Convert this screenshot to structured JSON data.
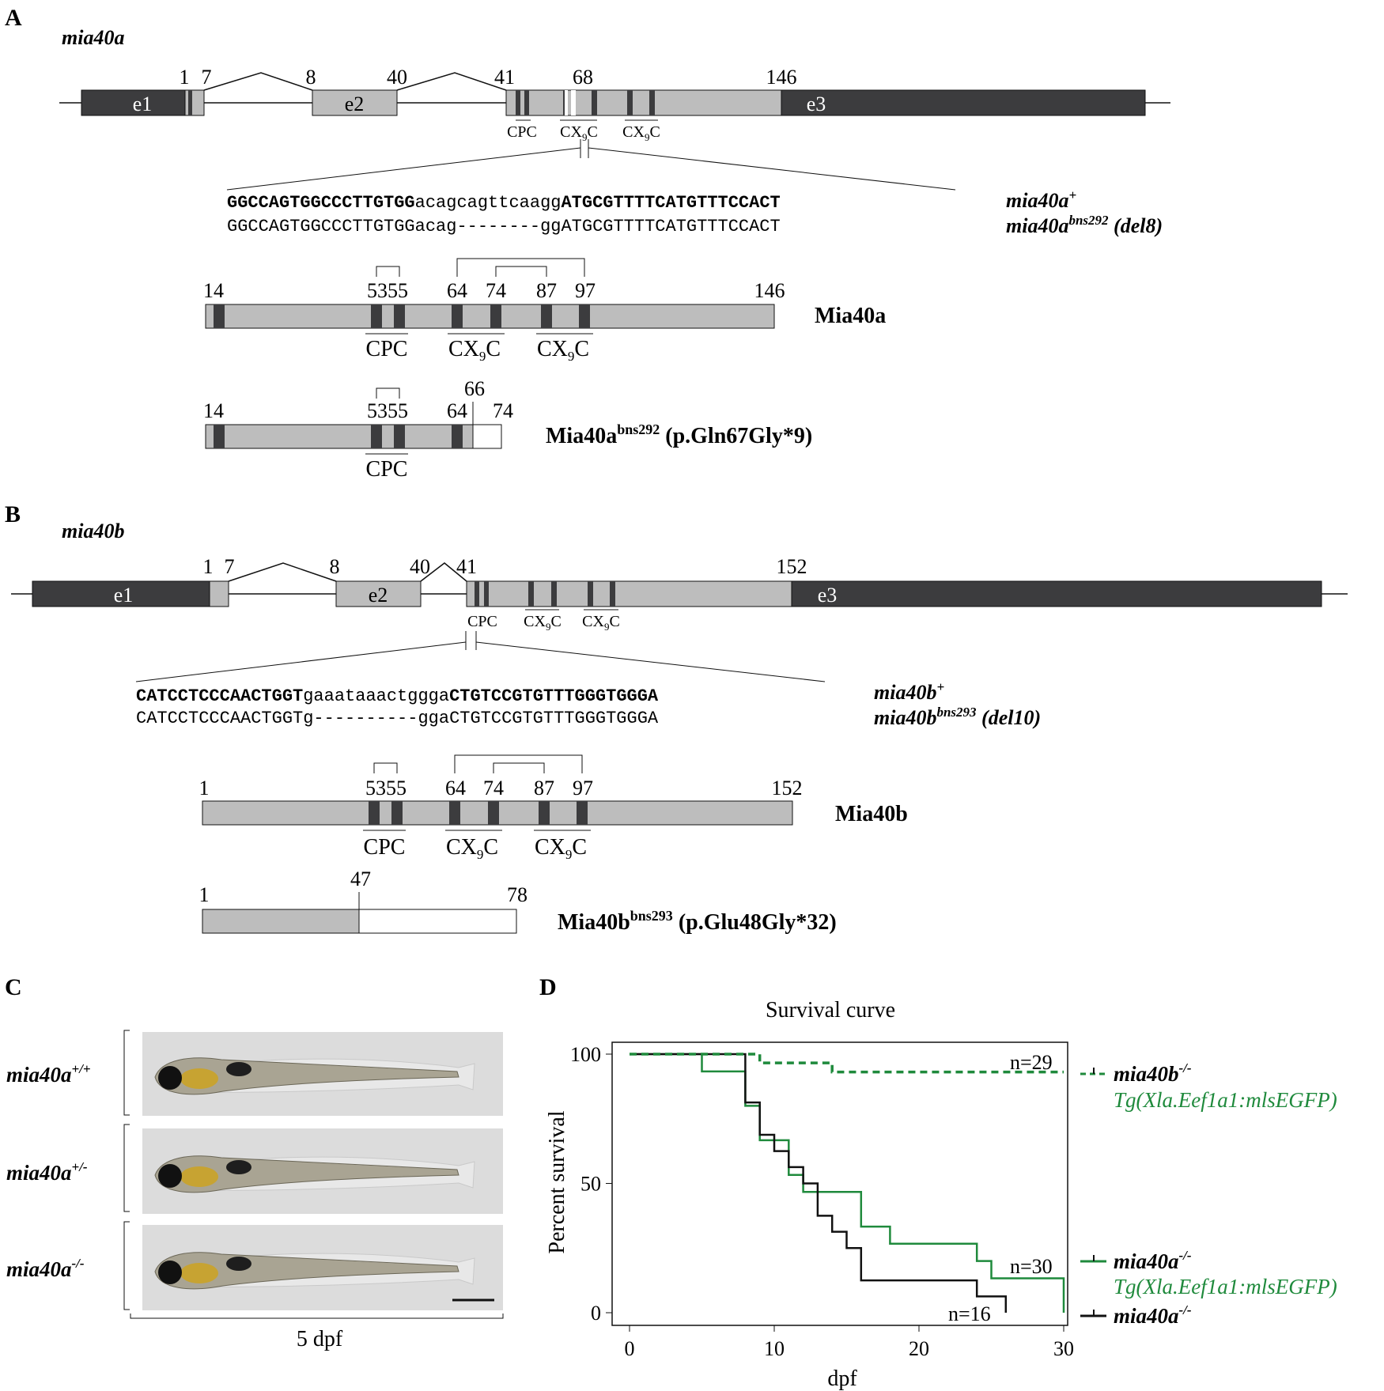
{
  "panel_labels": {
    "a": "A",
    "b": "B",
    "c": "C",
    "d": "D"
  },
  "colors": {
    "exon_dark": "#3c3c3e",
    "exon_light": "#bdbdbd",
    "egfp_green": "#1f8a3c",
    "black": "#111111"
  },
  "panel_a": {
    "gene": "mia40a",
    "exons": [
      {
        "coding": "e1",
        "exon": "e1"
      },
      {
        "exon": "e2"
      },
      {
        "exon": "e3"
      }
    ],
    "gene_positions": [
      "1",
      "7",
      "8",
      "40",
      "41",
      "68",
      "146"
    ],
    "gene_motifs": [
      "CPC",
      "CX",
      "9",
      "C",
      "CX",
      "9",
      "C"
    ],
    "wt_seq_bold_left": "GGCCAGTGGCCCTTGTGG",
    "wt_seq_mid": "acagcagttcaagg",
    "wt_seq_bold_right": "ATGCGTTTTCATGTTTCCACT",
    "mut_seq": "GGCCAGTGGCCCTTGTGGacag--------ggATGCGTTTTCATGTTTCCACT",
    "wt_allele": "mia40a",
    "wt_allele_sup": "+",
    "mut_allele": "mia40a",
    "mut_allele_sup": "bns292",
    "mut_allele_suffix": " (del8)",
    "protein_name": "Mia40a",
    "protein_positions": [
      "14",
      "5355",
      "64",
      "74",
      "87",
      "97",
      "146"
    ],
    "protein_motifs": {
      "cpc": "CPC",
      "cx": "CX",
      "nine": "9",
      "c": "C"
    },
    "mut_protein_name": "Mia40a",
    "mut_protein_sup": "bns292",
    "mut_protein_change": " (p.Gln67Gly*9)",
    "mut_protein_positions": [
      "14",
      "5355",
      "64",
      "66",
      "74"
    ]
  },
  "panel_b": {
    "gene": "mia40b",
    "exons": [
      {
        "exon": "e1"
      },
      {
        "exon": "e2"
      },
      {
        "exon": "e3"
      }
    ],
    "gene_positions": [
      "1",
      "7",
      "8",
      "40",
      "41",
      "152"
    ],
    "wt_seq_bold_left": "CATCCTCCCAACTGGT",
    "wt_seq_mid": "gaaataaactggga",
    "wt_seq_bold_right": "CTGTCCGTGTTTGGGTGGGA",
    "mut_seq": "CATCCTCCCAACTGGTg----------ggaCTGTCCGTGTTTGGGTGGGA",
    "wt_allele": "mia40b",
    "wt_allele_sup": "+",
    "mut_allele": "mia40b",
    "mut_allele_sup": "bns293",
    "mut_allele_suffix": " (del10)",
    "protein_name": "Mia40b",
    "protein_positions": [
      "1",
      "5355",
      "64",
      "74",
      "87",
      "97",
      "152"
    ],
    "mut_protein_name": "Mia40b",
    "mut_protein_sup": "bns293",
    "mut_protein_change": " (p.Glu48Gly*32)",
    "mut_protein_positions": [
      "1",
      "47",
      "78"
    ]
  },
  "panel_c": {
    "rows": [
      {
        "label": "mia40a",
        "sup": "+/+"
      },
      {
        "label": "mia40a",
        "sup": "+/-"
      },
      {
        "label": "mia40a",
        "sup": "-/-"
      }
    ],
    "stage": "5 dpf"
  },
  "panel_d": {
    "chart_data": {
      "type": "line",
      "title": "Survival curve",
      "xlabel": "dpf",
      "ylabel": "Percent survival",
      "xlim": [
        0,
        30
      ],
      "ylim": [
        0,
        100
      ],
      "xticks": [
        0,
        10,
        20,
        30
      ],
      "yticks": [
        0,
        50,
        100
      ],
      "series": [
        {
          "name": "mia40b-/- Tg(Xla.Eef1a1:mlsEGFP)",
          "n_label": "n=29",
          "color": "#1f8a3c",
          "dashed": true,
          "x": [
            0,
            9,
            14,
            30
          ],
          "y": [
            100,
            96.6,
            93.1,
            93.1
          ]
        },
        {
          "name": "mia40a-/- Tg(Xla.Eef1a1:mlsEGFP)",
          "n_label": "n=30",
          "color": "#1f8a3c",
          "dashed": false,
          "x": [
            0,
            5,
            8,
            9,
            11,
            12,
            16,
            18,
            24,
            25,
            30,
            30
          ],
          "y": [
            100,
            93.3,
            80,
            66.7,
            53.3,
            46.7,
            33.3,
            26.7,
            20,
            13.3,
            13.3,
            0
          ]
        },
        {
          "name": "mia40a-/-",
          "n_label": "n=16",
          "color": "#111111",
          "dashed": false,
          "x": [
            0,
            8,
            9,
            10,
            11,
            12,
            13,
            14,
            15,
            16,
            24,
            25,
            26
          ],
          "y": [
            100,
            81.3,
            68.8,
            62.5,
            56.3,
            50,
            37.5,
            31.3,
            25,
            12.5,
            6.3,
            6.3,
            0
          ]
        }
      ]
    },
    "legend": [
      {
        "gene": "mia40b",
        "sup": "-/-",
        "tg": "Tg(Xla.Eef1a1:mlsEGFP)"
      },
      {
        "gene": "mia40a",
        "sup": "-/-",
        "tg": "Tg(Xla.Eef1a1:mlsEGFP)"
      },
      {
        "gene": "mia40a",
        "sup": "-/-",
        "tg": ""
      }
    ]
  }
}
